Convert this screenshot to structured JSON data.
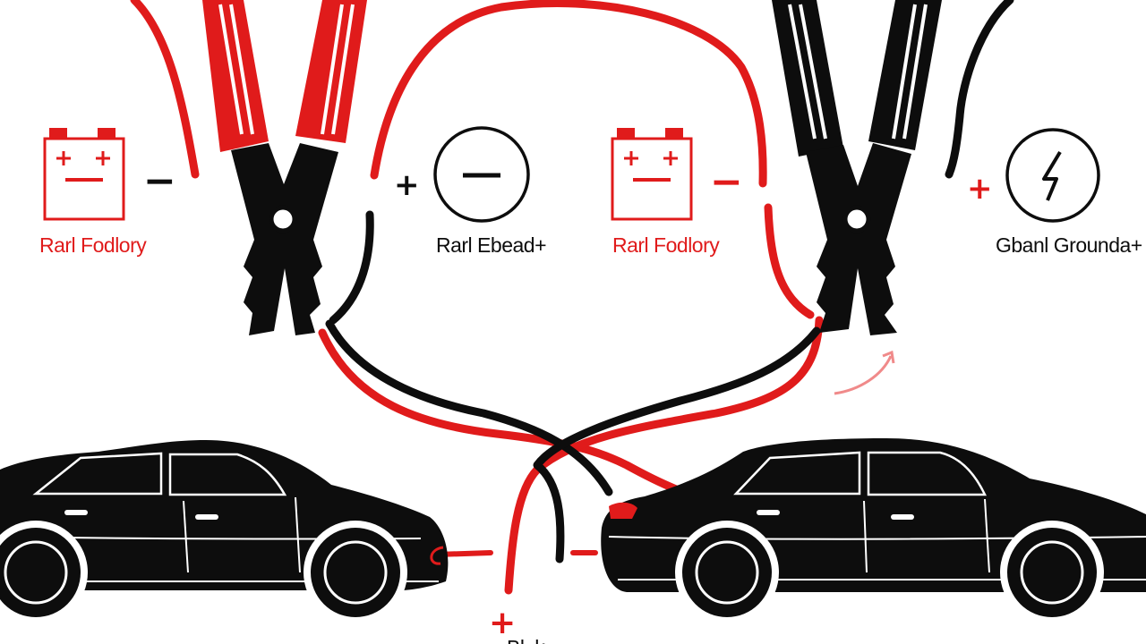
{
  "colors": {
    "red": "#e01b1b",
    "black": "#0d0d0d",
    "white": "#ffffff",
    "arrow_pink": "#f08a8a"
  },
  "icons": {
    "dead_battery": "battery-icon",
    "good_battery": "battery-icon",
    "negative_terminal": "minus-circle-icon",
    "ground_terminal": "lightning-circle-icon",
    "red_clamps": "alligator-clamp-icon",
    "black_clamps": "alligator-clamp-icon"
  },
  "labels": {
    "left_battery": "Rarl Fodlory",
    "negative_circle": "Rarl Ebead+",
    "right_battery": "Rarl Fodlory",
    "ground_circle": "Gbanl Grounda+",
    "bottom_cut": "Bl..k"
  },
  "symbols": {
    "left_minus": "−",
    "plus_before_circle": "+",
    "right_minus": "−",
    "plus_before_ground": "+",
    "bottom_plus": "+"
  }
}
